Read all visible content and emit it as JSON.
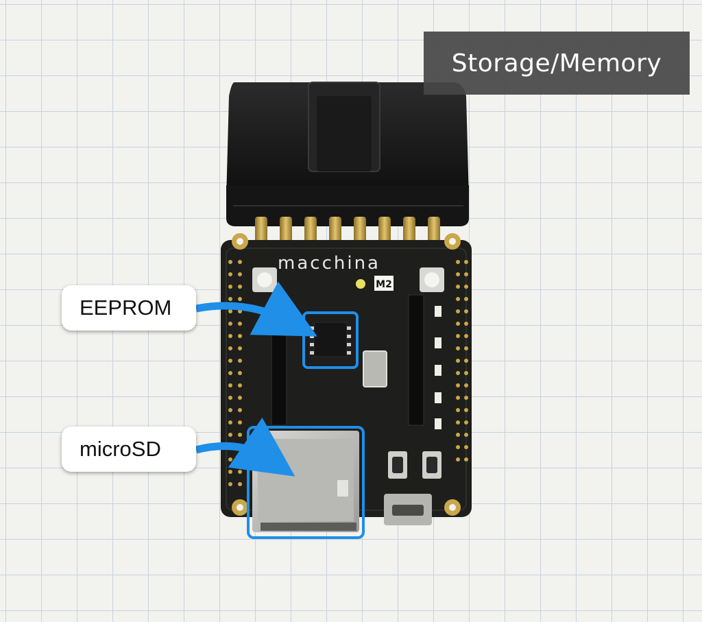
{
  "banner": {
    "title": "Storage/Memory"
  },
  "callouts": {
    "eeprom": {
      "label": "EEPROM"
    },
    "microsd": {
      "label": "microSD"
    }
  },
  "board": {
    "logo": "macchina",
    "model": "M2"
  },
  "colors": {
    "highlight": "#1f8fe8",
    "pcb": "#1e1e1c",
    "gold": "#c9a74a",
    "connector": "#1a1a1a"
  }
}
